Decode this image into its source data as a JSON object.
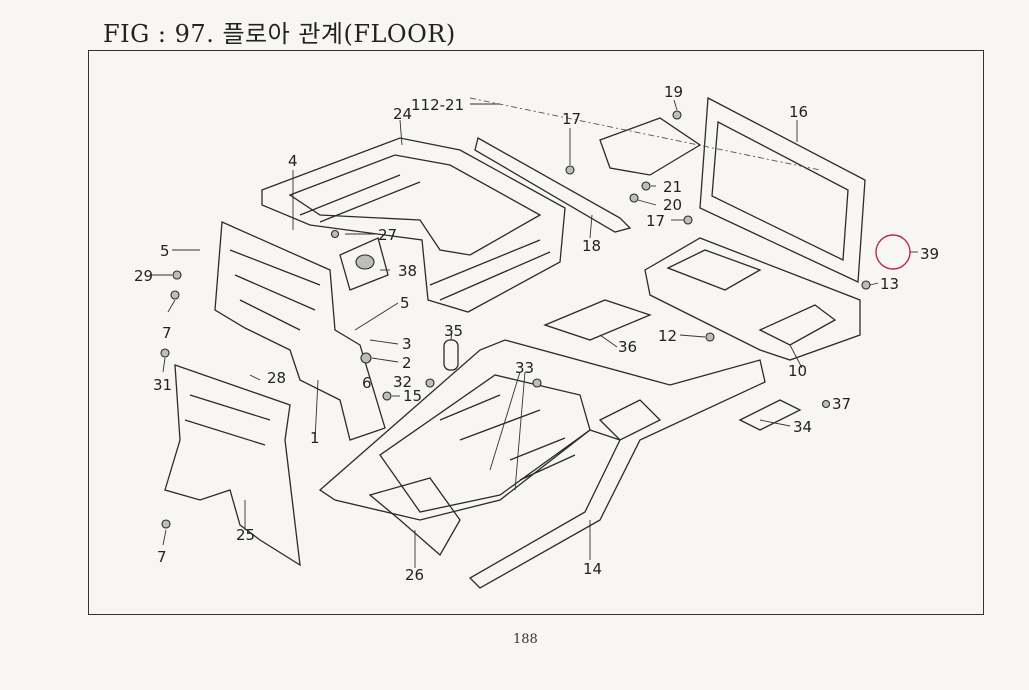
{
  "page": {
    "title": "FIG : 97. 플로아 관계(FLOOR)",
    "page_number": "188"
  },
  "callouts": {
    "c1": "1",
    "c2": "2",
    "c3": "3",
    "c4": "4",
    "c5a": "5",
    "c5b": "5",
    "c6": "6",
    "c7a": "7",
    "c7b": "7",
    "c10": "10",
    "c12": "12",
    "c13": "13",
    "c14": "14",
    "c15": "15",
    "c16": "16",
    "c17a": "17",
    "c17b": "17",
    "c18": "18",
    "c19": "19",
    "c20": "20",
    "c21": "21",
    "c24": "24",
    "c25": "25",
    "c26": "26",
    "c27": "27",
    "c28": "28",
    "c29": "29",
    "c31": "31",
    "c32": "32",
    "c33": "33",
    "c34": "34",
    "c35": "35",
    "c36": "36",
    "c37": "37",
    "c38": "38",
    "c39": "39",
    "c112": "112-21"
  }
}
